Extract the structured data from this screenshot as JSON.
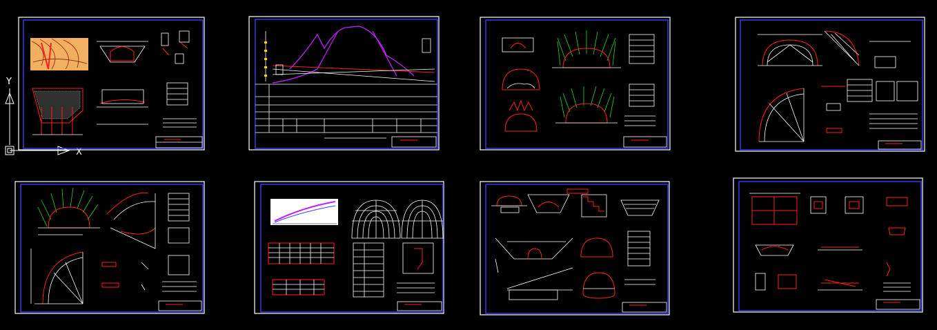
{
  "colors": {
    "background": "#000000",
    "sheet_border": "#ffffff",
    "inner_border": "#3c3cff",
    "tunnel_lining": "#ff2020",
    "rock_bolts": "#22dd22",
    "profile_line": "#c020ff",
    "contour_fill": "#f0b060"
  },
  "ucs_icon": {
    "y_label": "Y",
    "x_label": "X"
  },
  "sheets": [
    {
      "id": "sheet-1",
      "content": "site-plan-and-portal-sections"
    },
    {
      "id": "sheet-2",
      "content": "longitudinal-geological-profile"
    },
    {
      "id": "sheet-3",
      "content": "tunnel-cross-sections-with-rock-bolts"
    },
    {
      "id": "sheet-4",
      "content": "lining-geometry-and-tables"
    },
    {
      "id": "sheet-5",
      "content": "support-geometry-and-tables"
    },
    {
      "id": "sheet-6",
      "content": "chart-and-arch-ring-details"
    },
    {
      "id": "sheet-7",
      "content": "excavation-sequence-sections"
    },
    {
      "id": "sheet-8",
      "content": "reinforcement-details"
    }
  ]
}
